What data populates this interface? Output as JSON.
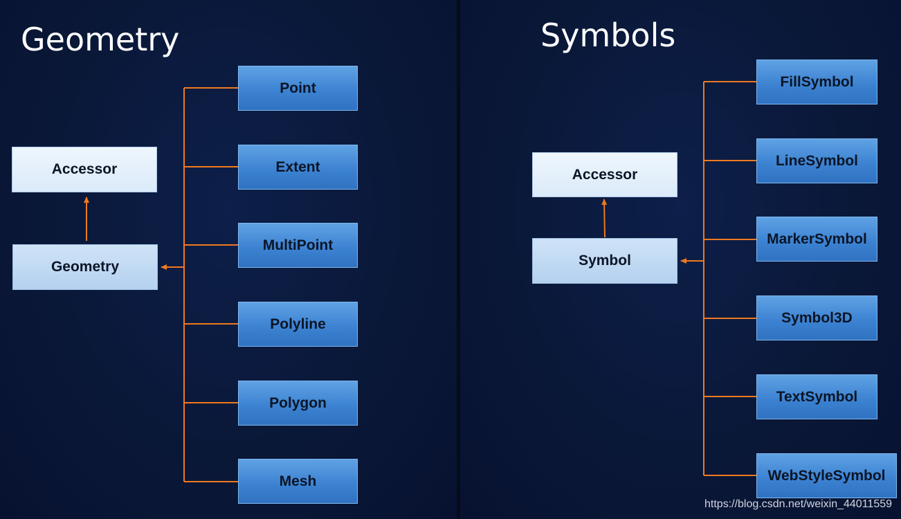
{
  "left": {
    "title": "Geometry",
    "top_box": "Accessor",
    "base_box": "Geometry",
    "subclasses": [
      "Point",
      "Extent",
      "MultiPoint",
      "Polyline",
      "Polygon",
      "Mesh"
    ]
  },
  "right": {
    "title": "Symbols",
    "top_box": "Accessor",
    "base_box": "Symbol",
    "subclasses": [
      "FillSymbol",
      "LineSymbol",
      "MarkerSymbol",
      "Symbol3D",
      "TextSymbol",
      "WebStyleSymbol"
    ]
  },
  "watermark": "https://blog.csdn.net/weixin_44011559",
  "colors": {
    "background": "#0a1735",
    "connector": "#f07a1e",
    "subclass_box": "#3d83d2",
    "base_box": "#b4d1ef",
    "top_box": "#dbeaf9"
  },
  "icons": [
    "arrow-up-icon",
    "arrow-left-icon"
  ]
}
